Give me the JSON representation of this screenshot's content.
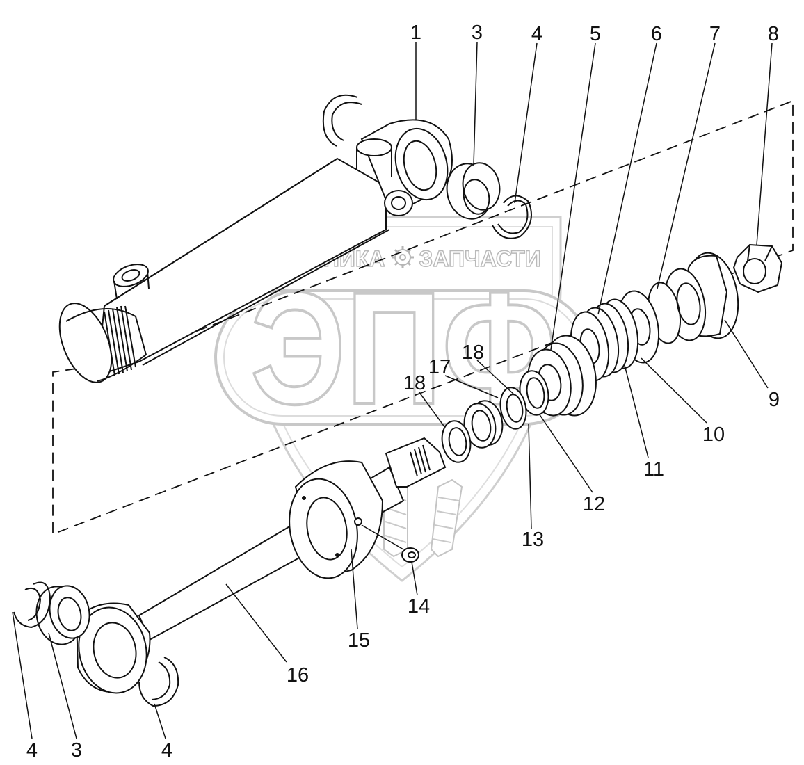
{
  "watermark": {
    "company_left": "ТЕХНИКА",
    "company_right": "ЗАПЧАСТИ",
    "logo_letters": "ЭПФ",
    "gear_icon": "gear-icon"
  },
  "callouts": {
    "n1": "1",
    "n3_top": "3",
    "n4_top": "4",
    "n5": "5",
    "n6": "6",
    "n7": "7",
    "n8": "8",
    "n9": "9",
    "n10": "10",
    "n11": "11",
    "n12": "12",
    "n13": "13",
    "n14": "14",
    "n15": "15",
    "n16": "16",
    "n17": "17",
    "n18_left": "18",
    "n18_right": "18",
    "n4_bottom_left": "4",
    "n3_bottom": "3",
    "n4_bottom_right": "4"
  }
}
